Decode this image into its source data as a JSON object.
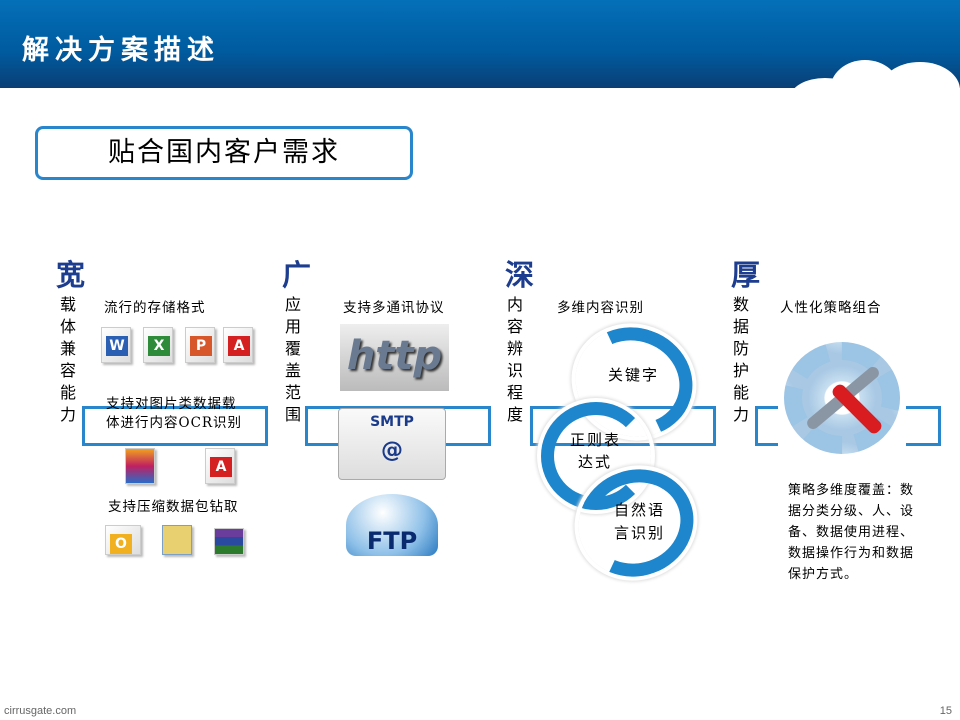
{
  "header": {
    "title": "解决方案描述"
  },
  "subtitle": "贴合国内客户需求",
  "columns": [
    {
      "heading": "宽",
      "vertical": "载体兼容能力",
      "labels": [
        "流行的存储格式",
        "支持对图片类数据载",
        "体进行内容OCR识别",
        "支持压缩数据包钻取"
      ]
    },
    {
      "heading": "广",
      "vertical": "应用覆盖范围",
      "labels": [
        "支持多通讯协议"
      ],
      "logos": [
        "http",
        "SMTP",
        "@",
        "FTP"
      ]
    },
    {
      "heading": "深",
      "vertical": "内容辨识程度",
      "labels": [
        "多维内容识别"
      ],
      "loops": [
        "关键字",
        "正则表",
        "达式",
        "自然语",
        "言识别"
      ]
    },
    {
      "heading": "厚",
      "vertical": "数据防护能力",
      "labels": [
        "人性化策略组合"
      ],
      "description": "策略多维度覆盖：数据分类分级、人、设备、数据使用进程、数据操作行为和数据保护方式。"
    }
  ],
  "icons": {
    "word": "W",
    "excel": "X",
    "ppt": "P",
    "pdf": "A",
    "outlook": "O"
  },
  "footer": {
    "site": "cirrusgate.com",
    "page": "15"
  },
  "colors": {
    "header": "#005a9e",
    "accent": "#2a86cc",
    "heading": "#1d3d8f"
  }
}
